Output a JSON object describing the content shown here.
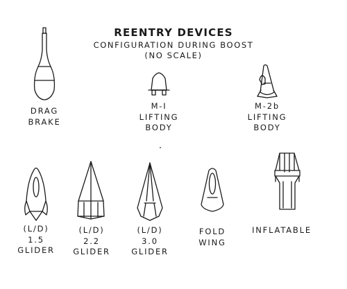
{
  "header": {
    "title": "REENTRY DEVICES",
    "subtitle_line1": "CONFIGURATION DURING BOOST",
    "subtitle_line2": "(NO SCALE)"
  },
  "devices": {
    "drag_brake": {
      "line1": "DRAG",
      "line2": "BRAKE"
    },
    "m1": {
      "line1": "M-I",
      "line2": "LIFTING",
      "line3": "BODY"
    },
    "m2b": {
      "line1": "M-2b",
      "line2": "LIFTING",
      "line3": "BODY"
    },
    "glider_15": {
      "line1": "(L/D)",
      "line2": "1.5",
      "line3": "GLIDER"
    },
    "glider_22": {
      "line1": "(L/D)",
      "line2": "2.2",
      "line3": "GLIDER"
    },
    "glider_30": {
      "line1": "(L/D)",
      "line2": "3.0",
      "line3": "GLIDER"
    },
    "fold_wing": {
      "line1": "FOLD",
      "line2": "WING"
    },
    "inflatable": {
      "line1": "INFLATABLE"
    }
  }
}
